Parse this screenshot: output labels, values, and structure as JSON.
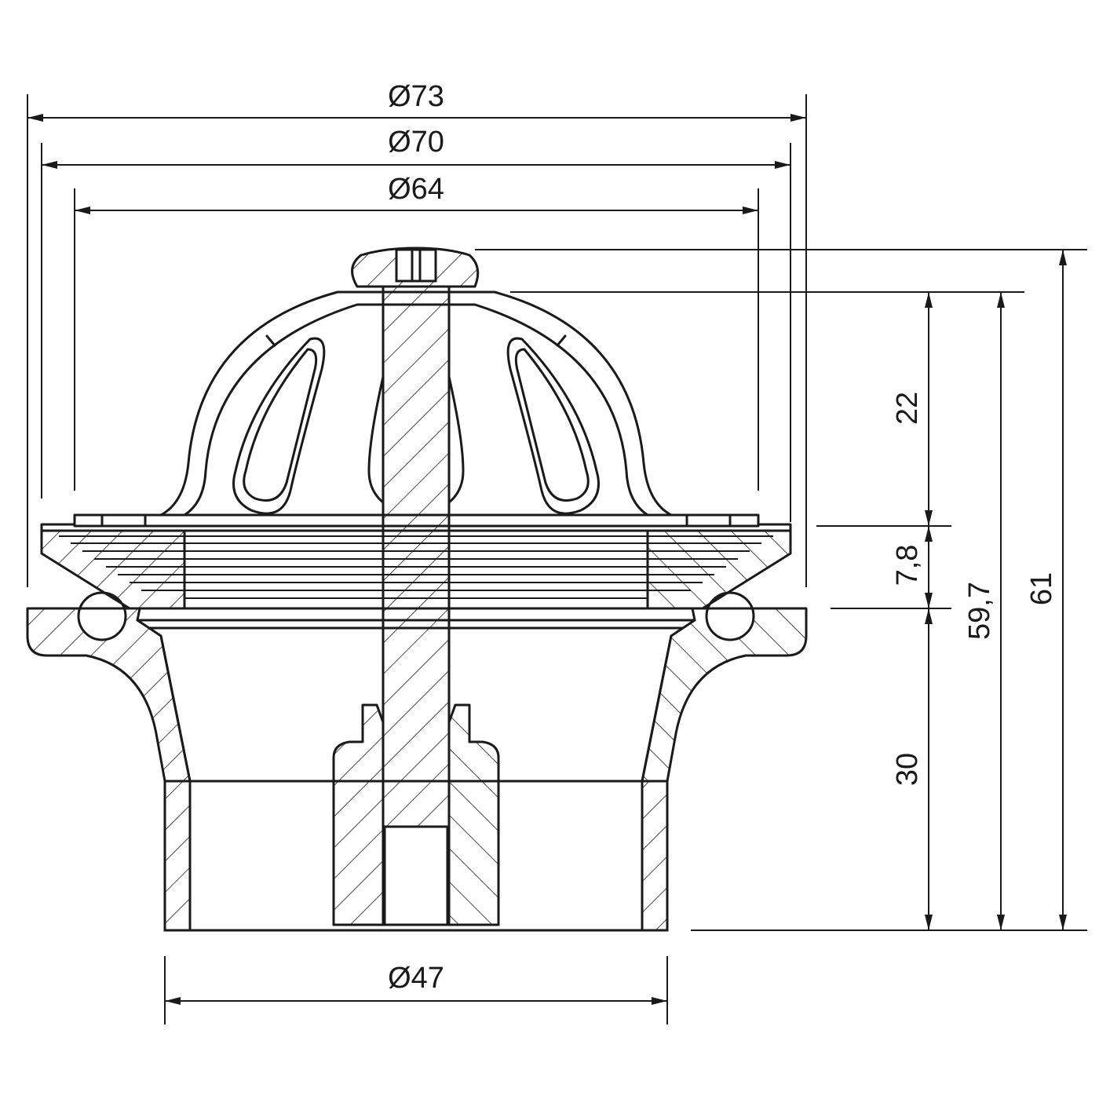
{
  "diagram": {
    "dimensions": {
      "d73": "Ø73",
      "d70": "Ø70",
      "d64": "Ø64",
      "d47": "Ø47",
      "h22": "22",
      "h7_8": "7,8",
      "h30": "30",
      "h59_7": "59,7",
      "h61": "61"
    },
    "colors": {
      "line": "#1a1a1a",
      "background": "#ffffff"
    }
  }
}
